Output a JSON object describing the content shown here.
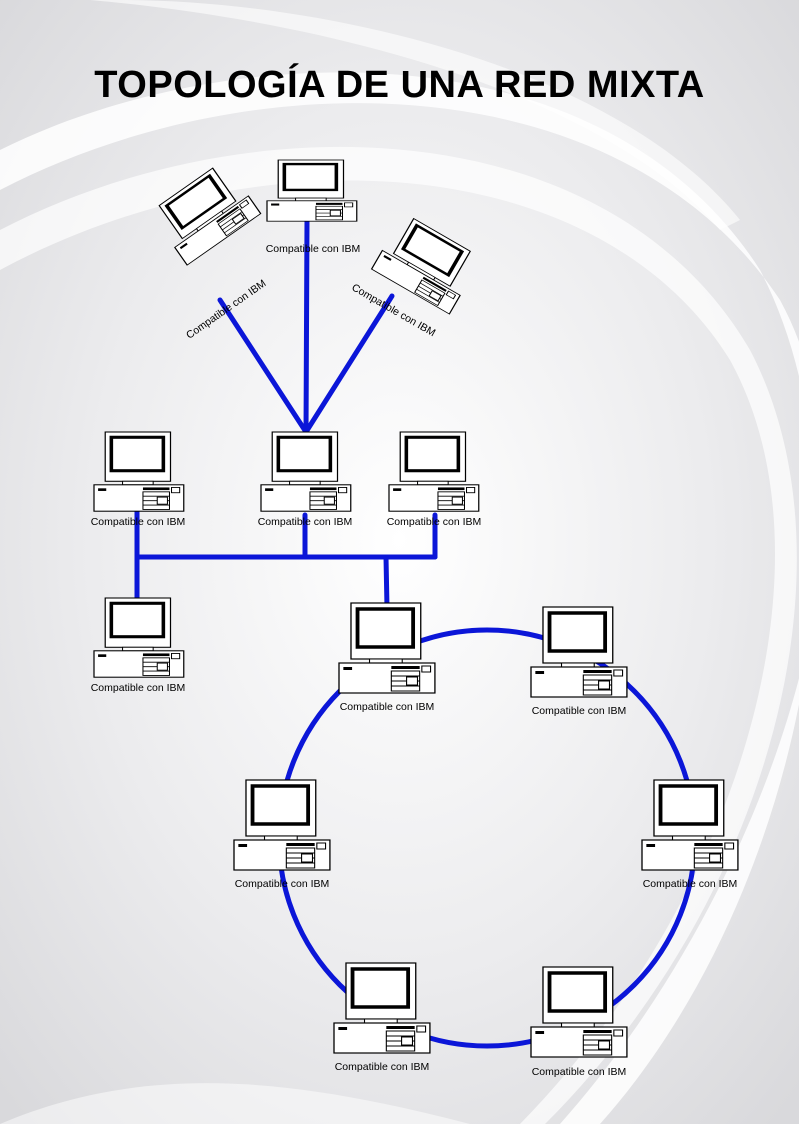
{
  "title": "TOPOLOGÍA DE UNA RED MIXTA",
  "colors": {
    "cable": "#0b16d8",
    "background": "#e4e4e6",
    "swoosh": "#ffffff"
  },
  "icon": "desktop-computer-icon",
  "computers": [
    {
      "id": "star-center-top",
      "label": "Compatible con IBM"
    },
    {
      "id": "star-left",
      "label": "Compatible con IBM"
    },
    {
      "id": "star-right",
      "label": "Compatible con IBM"
    },
    {
      "id": "bus-left",
      "label": "Compatible con IBM"
    },
    {
      "id": "bus-center",
      "label": "Compatible con IBM"
    },
    {
      "id": "bus-right",
      "label": "Compatible con IBM"
    },
    {
      "id": "bus-lower-left",
      "label": "Compatible con IBM"
    },
    {
      "id": "ring-top",
      "label": "Compatible con IBM"
    },
    {
      "id": "ring-top-right",
      "label": "Compatible con IBM"
    },
    {
      "id": "ring-right",
      "label": "Compatible con IBM"
    },
    {
      "id": "ring-bottom-right",
      "label": "Compatible con IBM"
    },
    {
      "id": "ring-bottom",
      "label": "Compatible con IBM"
    },
    {
      "id": "ring-left",
      "label": "Compatible con IBM"
    }
  ]
}
